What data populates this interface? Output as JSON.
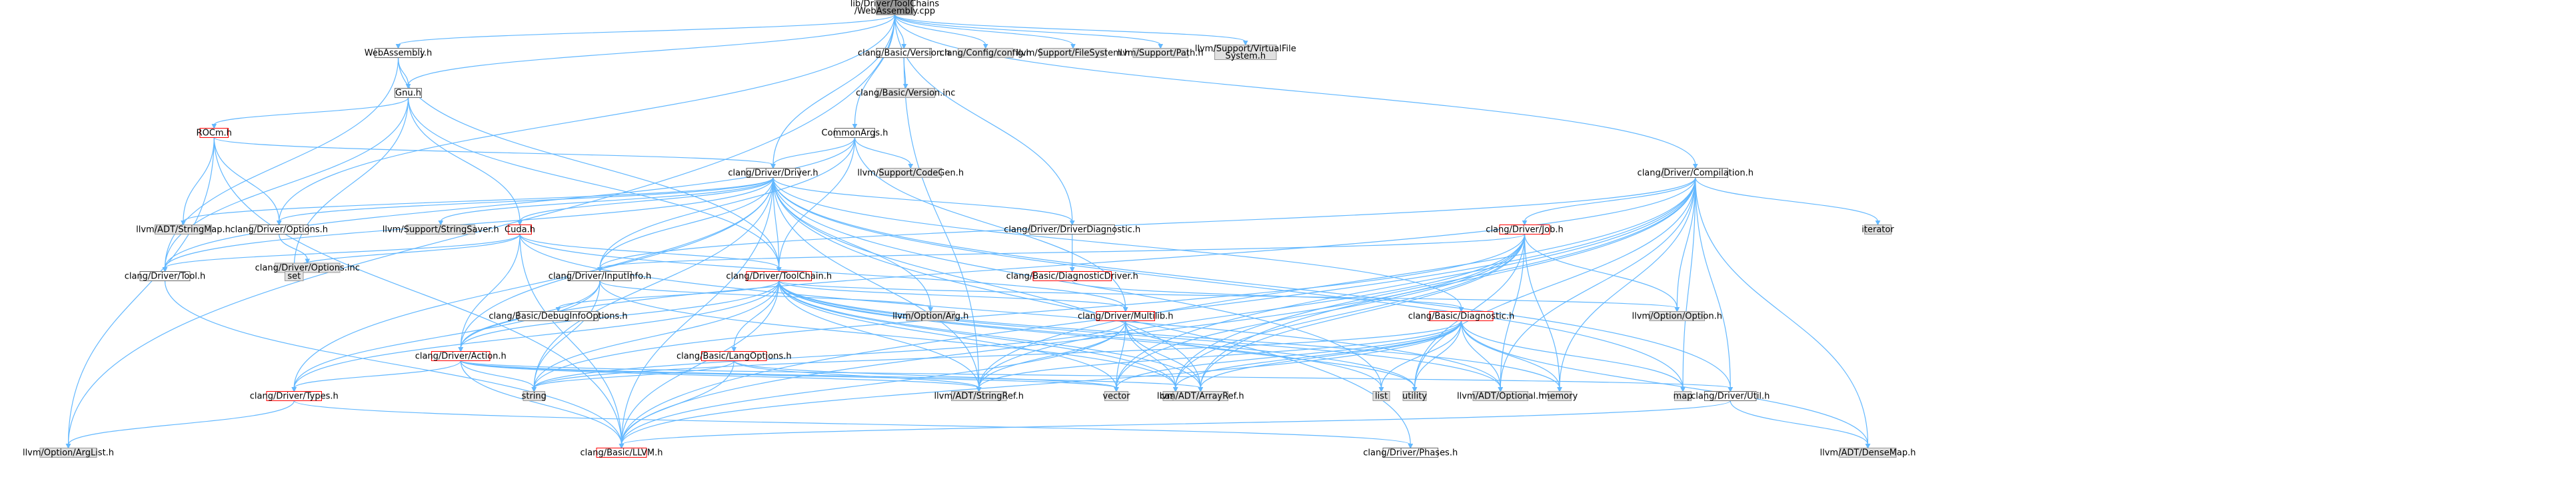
{
  "colors": {
    "root_fill": "#999999",
    "root_border": "#666666",
    "doc_fill": "#ffffff",
    "doc_border": "#666666",
    "red_border": "#ff0000",
    "sys_fill": "#e0e0e0",
    "sys_border": "#999999",
    "edge": "#63b8ff"
  },
  "nodes": [
    {
      "id": "root",
      "lines": [
        "lib/Driver/ToolChains",
        "/WebAssembly.cpp"
      ],
      "style": "root"
    },
    {
      "id": "webasm",
      "lines": [
        "WebAssembly.h"
      ],
      "style": "doc"
    },
    {
      "id": "gnu",
      "lines": [
        "Gnu.h"
      ],
      "style": "doc"
    },
    {
      "id": "rocm",
      "lines": [
        "ROCm.h"
      ],
      "style": "red"
    },
    {
      "id": "version",
      "lines": [
        "clang/Basic/Version.h"
      ],
      "style": "doc"
    },
    {
      "id": "versioninc",
      "lines": [
        "clang/Basic/Version.inc"
      ],
      "style": "sys"
    },
    {
      "id": "configh",
      "lines": [
        "clang/Config/config.h"
      ],
      "style": "sys"
    },
    {
      "id": "filesystem",
      "lines": [
        "llvm/Support/FileSystem.h"
      ],
      "style": "sys"
    },
    {
      "id": "pathh",
      "lines": [
        "llvm/Support/Path.h"
      ],
      "style": "sys"
    },
    {
      "id": "vfs",
      "lines": [
        "llvm/Support/VirtualFile",
        "System.h"
      ],
      "style": "sys"
    },
    {
      "id": "commonargs",
      "lines": [
        "CommonArgs.h"
      ],
      "style": "doc"
    },
    {
      "id": "codegen",
      "lines": [
        "llvm/Support/CodeGen.h"
      ],
      "style": "sys"
    },
    {
      "id": "driver",
      "lines": [
        "clang/Driver/Driver.h"
      ],
      "style": "doc"
    },
    {
      "id": "compilation",
      "lines": [
        "clang/Driver/Compilation.h"
      ],
      "style": "doc"
    },
    {
      "id": "stringmap",
      "lines": [
        "llvm/ADT/StringMap.h"
      ],
      "style": "sys"
    },
    {
      "id": "options",
      "lines": [
        "clang/Driver/Options.h"
      ],
      "style": "doc"
    },
    {
      "id": "optionsinc",
      "lines": [
        "clang/Driver/Options.inc"
      ],
      "style": "sys"
    },
    {
      "id": "stringsaver",
      "lines": [
        "llvm/Support/StringSaver.h"
      ],
      "style": "sys"
    },
    {
      "id": "driverdiag",
      "lines": [
        "clang/Driver/DriverDiagnostic.h"
      ],
      "style": "doc"
    },
    {
      "id": "jobh",
      "lines": [
        "clang/Driver/Job.h"
      ],
      "style": "red"
    },
    {
      "id": "iterator",
      "lines": [
        "iterator"
      ],
      "style": "sys"
    },
    {
      "id": "cuda",
      "lines": [
        "Cuda.h"
      ],
      "style": "red"
    },
    {
      "id": "toolh",
      "lines": [
        "clang/Driver/Tool.h"
      ],
      "style": "doc"
    },
    {
      "id": "set",
      "lines": [
        "set"
      ],
      "style": "sys"
    },
    {
      "id": "inputinfo",
      "lines": [
        "clang/Driver/InputInfo.h"
      ],
      "style": "doc"
    },
    {
      "id": "toolchain",
      "lines": [
        "clang/Driver/ToolChain.h"
      ],
      "style": "red"
    },
    {
      "id": "basicdiagdriver",
      "lines": [
        "clang/Basic/DiagnosticDriver.h"
      ],
      "style": "red"
    },
    {
      "id": "debuginfo",
      "lines": [
        "clang/Basic/DebugInfoOptions.h"
      ],
      "style": "doc"
    },
    {
      "id": "optarg",
      "lines": [
        "llvm/Option/Arg.h"
      ],
      "style": "sys"
    },
    {
      "id": "multilib",
      "lines": [
        "clang/Driver/Multilib.h"
      ],
      "style": "red"
    },
    {
      "id": "basicdiag",
      "lines": [
        "clang/Basic/Diagnostic.h"
      ],
      "style": "red"
    },
    {
      "id": "optoption",
      "lines": [
        "llvm/Option/Option.h"
      ],
      "style": "sys"
    },
    {
      "id": "action",
      "lines": [
        "clang/Driver/Action.h"
      ],
      "style": "red"
    },
    {
      "id": "langopts",
      "lines": [
        "clang/Basic/LangOptions.h"
      ],
      "style": "red"
    },
    {
      "id": "types",
      "lines": [
        "clang/Driver/Types.h"
      ],
      "style": "red"
    },
    {
      "id": "string",
      "lines": [
        "string"
      ],
      "style": "sys"
    },
    {
      "id": "stringref",
      "lines": [
        "llvm/ADT/StringRef.h"
      ],
      "style": "sys"
    },
    {
      "id": "vector",
      "lines": [
        "vector"
      ],
      "style": "sys"
    },
    {
      "id": "cassert",
      "lines": [
        "cassert"
      ],
      "style": "sys"
    },
    {
      "id": "arrayref",
      "lines": [
        "llvm/ADT/ArrayRef.h"
      ],
      "style": "sys"
    },
    {
      "id": "list",
      "lines": [
        "list"
      ],
      "style": "sys"
    },
    {
      "id": "utility",
      "lines": [
        "utility"
      ],
      "style": "sys"
    },
    {
      "id": "optional",
      "lines": [
        "llvm/ADT/Optional.h"
      ],
      "style": "sys"
    },
    {
      "id": "memory",
      "lines": [
        "memory"
      ],
      "style": "sys"
    },
    {
      "id": "map",
      "lines": [
        "map"
      ],
      "style": "sys"
    },
    {
      "id": "util",
      "lines": [
        "clang/Driver/Util.h"
      ],
      "style": "doc"
    },
    {
      "id": "arglist",
      "lines": [
        "llvm/Option/ArgList.h"
      ],
      "style": "sys"
    },
    {
      "id": "llvmh",
      "lines": [
        "clang/Basic/LLVM.h"
      ],
      "style": "red"
    },
    {
      "id": "phases",
      "lines": [
        "clang/Driver/Phases.h"
      ],
      "style": "doc"
    },
    {
      "id": "densemap",
      "lines": [
        "llvm/ADT/DenseMap.h"
      ],
      "style": "sys"
    }
  ],
  "edges": [
    [
      "root",
      "webasm"
    ],
    [
      "root",
      "gnu"
    ],
    [
      "root",
      "version"
    ],
    [
      "root",
      "configh"
    ],
    [
      "root",
      "filesystem"
    ],
    [
      "root",
      "pathh"
    ],
    [
      "root",
      "vfs"
    ],
    [
      "root",
      "commonargs"
    ],
    [
      "root",
      "driver"
    ],
    [
      "root",
      "compilation"
    ],
    [
      "root",
      "driverdiag"
    ],
    [
      "root",
      "options"
    ],
    [
      "root",
      "arglist"
    ],
    [
      "webasm",
      "gnu"
    ],
    [
      "webasm",
      "toolh"
    ],
    [
      "webasm",
      "toolchain"
    ],
    [
      "gnu",
      "rocm"
    ],
    [
      "gnu",
      "cuda"
    ],
    [
      "gnu",
      "toolh"
    ],
    [
      "gnu",
      "toolchain"
    ],
    [
      "gnu",
      "set"
    ],
    [
      "rocm",
      "driver"
    ],
    [
      "rocm",
      "options"
    ],
    [
      "rocm",
      "stringmap"
    ],
    [
      "rocm",
      "arglist"
    ],
    [
      "rocm",
      "llvmh"
    ],
    [
      "version",
      "versioninc"
    ],
    [
      "version",
      "stringref"
    ],
    [
      "commonargs",
      "driver"
    ],
    [
      "commonargs",
      "inputinfo"
    ],
    [
      "commonargs",
      "toolchain"
    ],
    [
      "commonargs",
      "multilib"
    ],
    [
      "commonargs",
      "codegen"
    ],
    [
      "commonargs",
      "toolh"
    ],
    [
      "driver",
      "stringmap"
    ],
    [
      "driver",
      "options"
    ],
    [
      "driver",
      "stringsaver"
    ],
    [
      "driver",
      "driverdiag"
    ],
    [
      "driver",
      "inputinfo"
    ],
    [
      "driver",
      "toolchain"
    ],
    [
      "driver",
      "action"
    ],
    [
      "driver",
      "types"
    ],
    [
      "driver",
      "util"
    ],
    [
      "driver",
      "phases"
    ],
    [
      "driver",
      "basicdiag"
    ],
    [
      "driver",
      "optarg"
    ],
    [
      "driver",
      "arrayref"
    ],
    [
      "driver",
      "stringref"
    ],
    [
      "driver",
      "list"
    ],
    [
      "driver",
      "map"
    ],
    [
      "driver",
      "string"
    ],
    [
      "driver",
      "llvmh"
    ],
    [
      "driver",
      "cuda"
    ],
    [
      "driver",
      "toolh"
    ],
    [
      "compilation",
      "jobh"
    ],
    [
      "compilation",
      "action"
    ],
    [
      "compilation",
      "util"
    ],
    [
      "compilation",
      "arrayref"
    ],
    [
      "compilation",
      "densemap"
    ],
    [
      "compilation",
      "optional"
    ],
    [
      "compilation",
      "optoption"
    ],
    [
      "compilation",
      "iterator"
    ],
    [
      "compilation",
      "map"
    ],
    [
      "compilation",
      "memory"
    ],
    [
      "compilation",
      "utility"
    ],
    [
      "compilation",
      "vector"
    ],
    [
      "compilation",
      "cassert"
    ],
    [
      "compilation",
      "stringref"
    ],
    [
      "compilation",
      "inputinfo"
    ],
    [
      "compilation",
      "llvmh"
    ],
    [
      "options",
      "optionsinc"
    ],
    [
      "driverdiag",
      "basicdiagdriver"
    ],
    [
      "basicdiagdriver",
      "basicdiag"
    ],
    [
      "jobh",
      "inputinfo"
    ],
    [
      "jobh",
      "optoption"
    ],
    [
      "jobh",
      "arrayref"
    ],
    [
      "jobh",
      "optional"
    ],
    [
      "jobh",
      "string"
    ],
    [
      "jobh",
      "utility"
    ],
    [
      "jobh",
      "vector"
    ],
    [
      "jobh",
      "memory"
    ],
    [
      "jobh",
      "stringref"
    ],
    [
      "jobh",
      "llvmh"
    ],
    [
      "jobh",
      "cassert"
    ],
    [
      "cuda",
      "action"
    ],
    [
      "cuda",
      "multilib"
    ],
    [
      "cuda",
      "toolchain"
    ],
    [
      "cuda",
      "set"
    ],
    [
      "cuda",
      "llvmh"
    ],
    [
      "cuda",
      "optional"
    ],
    [
      "cuda",
      "toolh"
    ],
    [
      "toolh",
      "llvmh"
    ],
    [
      "inputinfo",
      "action"
    ],
    [
      "inputinfo",
      "types"
    ],
    [
      "inputinfo",
      "optarg"
    ],
    [
      "inputinfo",
      "cassert"
    ],
    [
      "inputinfo",
      "string"
    ],
    [
      "toolchain",
      "debuginfo"
    ],
    [
      "toolchain",
      "langopts"
    ],
    [
      "toolchain",
      "action"
    ],
    [
      "toolchain",
      "multilib"
    ],
    [
      "toolchain",
      "types"
    ],
    [
      "toolchain",
      "optoption"
    ],
    [
      "toolchain",
      "arrayref"
    ],
    [
      "toolchain",
      "stringref"
    ],
    [
      "toolchain",
      "optional"
    ],
    [
      "toolchain",
      "cassert"
    ],
    [
      "toolchain",
      "memory"
    ],
    [
      "toolchain",
      "string"
    ],
    [
      "toolchain",
      "utility"
    ],
    [
      "toolchain",
      "vector"
    ],
    [
      "toolchain",
      "llvmh"
    ],
    [
      "toolchain",
      "list"
    ],
    [
      "multilib",
      "llvmh"
    ],
    [
      "multilib",
      "arrayref"
    ],
    [
      "multilib",
      "stringref"
    ],
    [
      "multilib",
      "cassert"
    ],
    [
      "multilib",
      "string"
    ],
    [
      "multilib",
      "utility"
    ],
    [
      "multilib",
      "vector"
    ],
    [
      "basicdiag",
      "arrayref"
    ],
    [
      "basicdiag",
      "densemap"
    ],
    [
      "basicdiag",
      "optional"
    ],
    [
      "basicdiag",
      "stringref"
    ],
    [
      "basicdiag",
      "cassert"
    ],
    [
      "basicdiag",
      "list"
    ],
    [
      "basicdiag",
      "map"
    ],
    [
      "basicdiag",
      "memory"
    ],
    [
      "basicdiag",
      "string"
    ],
    [
      "basicdiag",
      "utility"
    ],
    [
      "basicdiag",
      "vector"
    ],
    [
      "basicdiag",
      "llvmh"
    ],
    [
      "action",
      "types"
    ],
    [
      "action",
      "util"
    ],
    [
      "action",
      "llvmh"
    ],
    [
      "action",
      "arrayref"
    ],
    [
      "action",
      "stringref"
    ],
    [
      "action",
      "string"
    ],
    [
      "action",
      "vector"
    ],
    [
      "langopts",
      "llvmh"
    ],
    [
      "langopts",
      "stringref"
    ],
    [
      "langopts",
      "string"
    ],
    [
      "langopts",
      "vector"
    ],
    [
      "types",
      "phases"
    ],
    [
      "types",
      "arglist"
    ],
    [
      "util",
      "densemap"
    ],
    [
      "util",
      "llvmh"
    ]
  ]
}
